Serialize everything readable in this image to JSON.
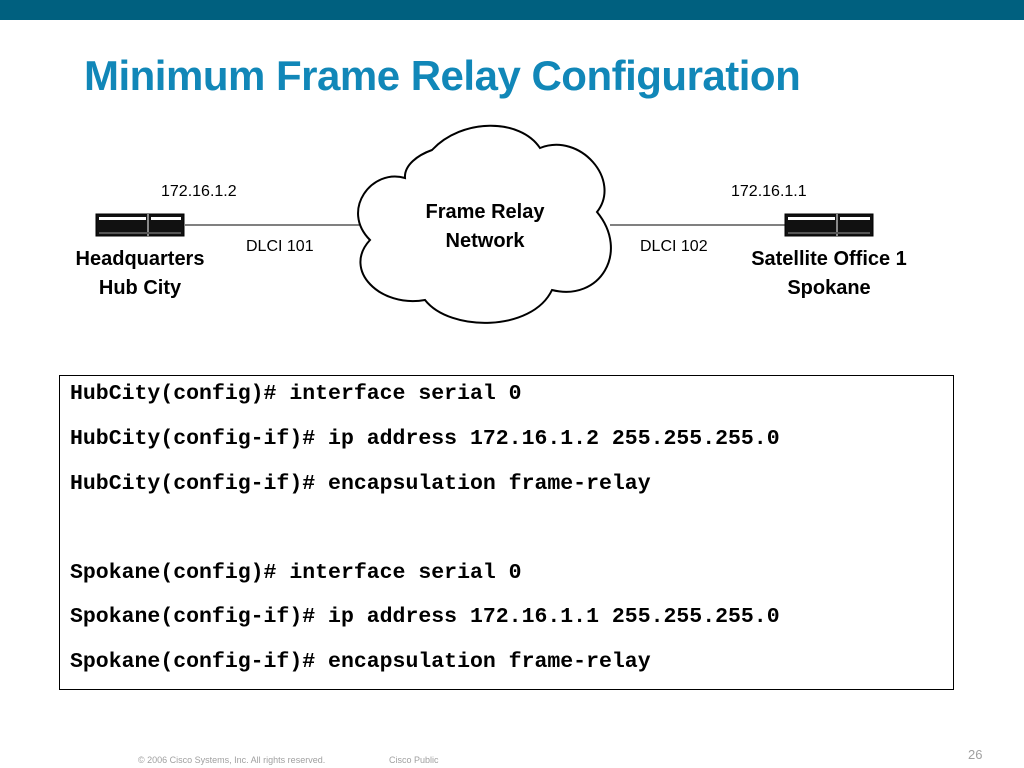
{
  "slide": {
    "title": "Minimum Frame Relay Configuration",
    "page_number": "26",
    "footer_copyright": "© 2006 Cisco Systems, Inc. All rights reserved.",
    "footer_classification": "Cisco Public"
  },
  "diagram": {
    "cloud": {
      "line1": "Frame Relay",
      "line2": "Network"
    },
    "left_router": {
      "ip": "172.16.1.2",
      "dlci": "DLCI 101",
      "name_line1": "Headquarters",
      "name_line2": "Hub City"
    },
    "right_router": {
      "ip": "172.16.1.1",
      "dlci": "DLCI 102",
      "name_line1": "Satellite Office 1",
      "name_line2": "Spokane"
    }
  },
  "config": {
    "lines": [
      "HubCity(config)# interface serial 0",
      "HubCity(config-if)# ip address 172.16.1.2 255.255.255.0",
      "HubCity(config-if)# encapsulation frame-relay",
      "Spokane(config)# interface serial 0",
      "Spokane(config-if)# ip address 172.16.1.1 255.255.255.0",
      "Spokane(config-if)# encapsulation frame-relay"
    ]
  }
}
